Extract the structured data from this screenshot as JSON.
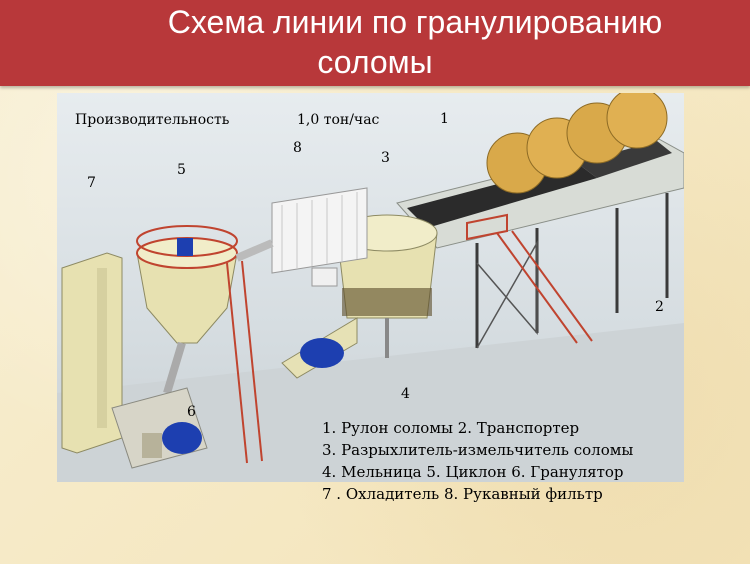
{
  "slide": {
    "title_line1": "Схема линии по гранулированию",
    "title_line2": "соломы",
    "colors": {
      "title_bar": "#b8383a",
      "background": "#f7ecc9"
    }
  },
  "diagram": {
    "productivity_label": "Производительность",
    "productivity_value": "1,0 тон/час",
    "callouts": [
      "1",
      "2",
      "3",
      "4",
      "5",
      "6",
      "7",
      "8"
    ],
    "legend": [
      "1.    Рулон соломы 2. Транспортер",
      "3.    Разрыхлитель-измельчитель соломы",
      "4.    Мельница      5. Циклон    6. Гранулятор",
      "7 .    Охладитель    8. Рукавный фильтр"
    ]
  }
}
